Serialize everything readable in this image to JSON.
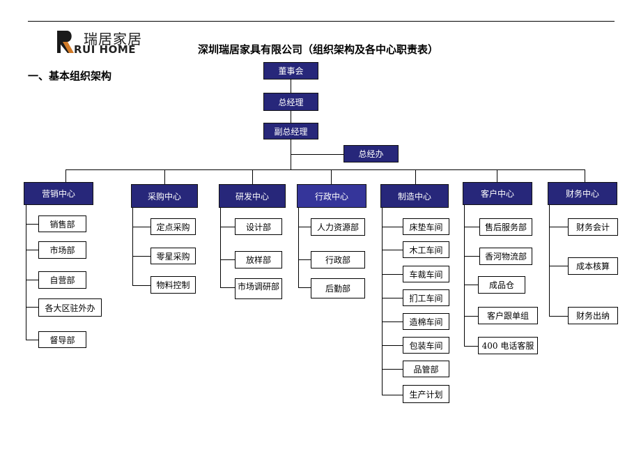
{
  "logo": {
    "text_cn": "瑞居家居",
    "text_en": "RUI HOME",
    "brand_color": "#1a1a1a",
    "accent_color": "#d07a28"
  },
  "title": "深圳瑞居家具有限公司（组织架构及各中心职责表）",
  "section_heading": "一、基本组织架构",
  "colors": {
    "node_fill": "#27277a",
    "node_text": "#ffffff",
    "leaf_border": "#000000"
  },
  "org": {
    "board": "董事会",
    "gm": "总经理",
    "deputy_gm": "副总经理",
    "gm_office": "总经办",
    "centers": [
      {
        "name": "营销中心",
        "departments": [
          "销售部",
          "市场部",
          "自营部",
          "各大区驻外办",
          "督导部"
        ]
      },
      {
        "name": "采购中心",
        "departments": [
          "定点采购",
          "零星采购",
          "物料控制"
        ]
      },
      {
        "name": "研发中心",
        "departments": [
          "设计部",
          "放样部",
          "市场调研部"
        ]
      },
      {
        "name": "行政中心",
        "departments": [
          "人力资源部",
          "行政部",
          "后勤部"
        ]
      },
      {
        "name": "制造中心",
        "departments": [
          "床垫车间",
          "木工车间",
          "车裁车间",
          "扪工车间",
          "造棉车间",
          "包装车间",
          "品管部",
          "生产计划"
        ]
      },
      {
        "name": "客户中心",
        "departments": [
          "售后服务部",
          "香河物流部",
          "成品仓",
          "客户跟单组",
          "400 电话客服"
        ]
      },
      {
        "name": "财务中心",
        "departments": [
          "财务会计",
          "成本核算",
          "财务出纳"
        ]
      }
    ]
  }
}
